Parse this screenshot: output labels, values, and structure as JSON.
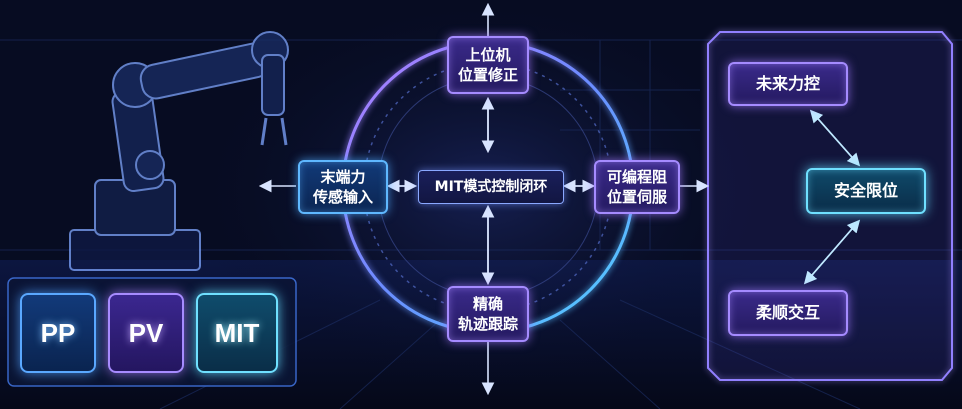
{
  "diagram": {
    "loop": {
      "center_label": "MIT模式控制闭环",
      "top": [
        "上位机",
        "位置修正"
      ],
      "left": [
        "末端力",
        "传感输入"
      ],
      "right": [
        "可编程阻",
        "位置伺服"
      ],
      "bottom": [
        "精确",
        "轨迹跟踪"
      ]
    },
    "modes": [
      "PP",
      "PV",
      "MIT"
    ],
    "panel": {
      "future": "未来力控",
      "safety": "安全限位",
      "compliant": "柔顺交互"
    }
  },
  "colors": {
    "background": "#070c22",
    "purple_accent": "#a58bff",
    "blue_accent": "#5fb8ff",
    "cyan_accent": "#6fe0ff"
  }
}
